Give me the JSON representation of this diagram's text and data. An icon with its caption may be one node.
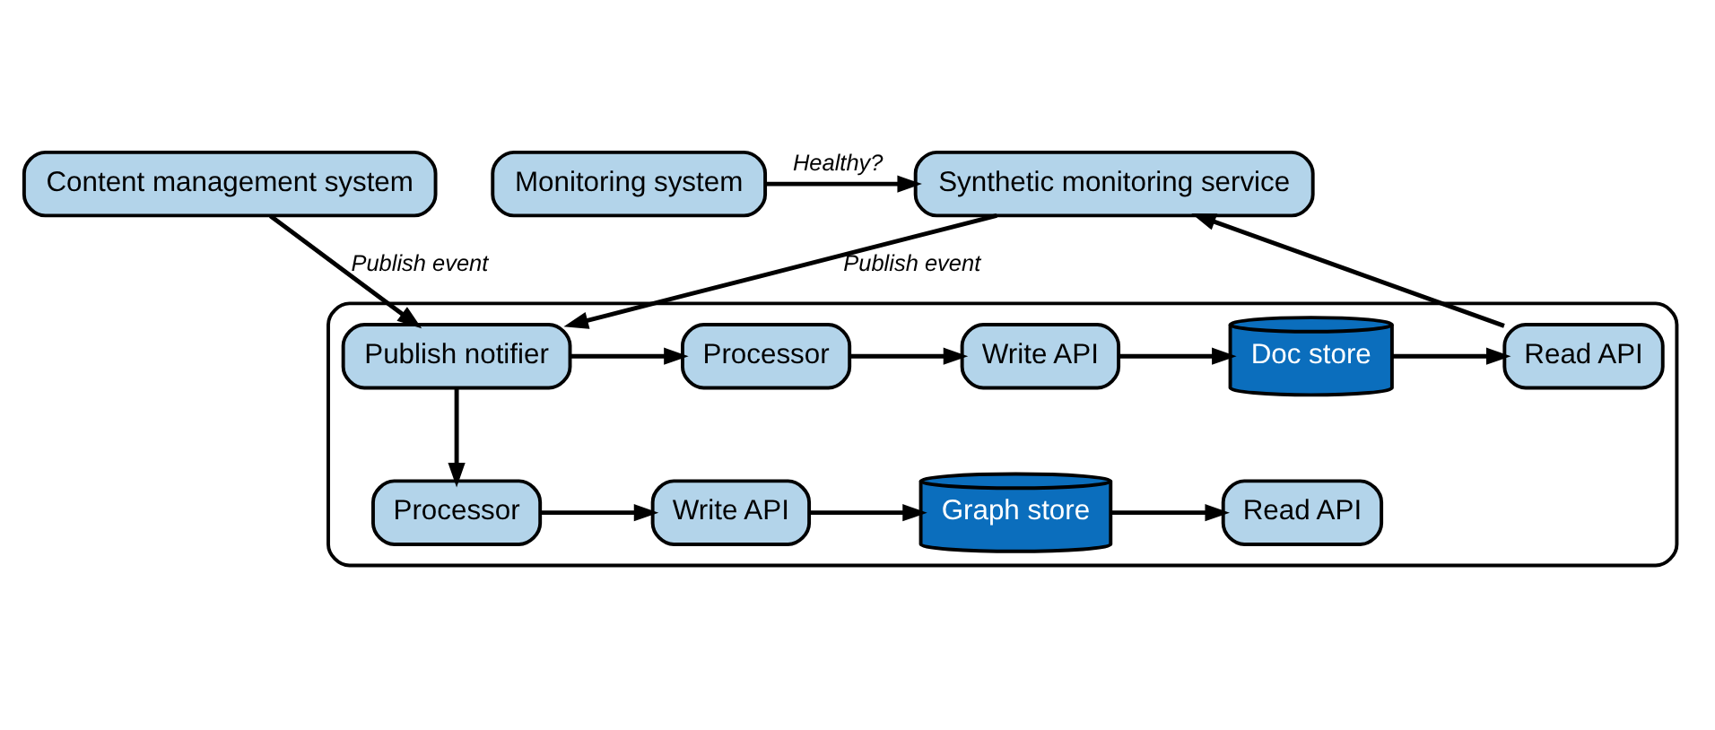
{
  "diagram": {
    "nodes": [
      {
        "text": [
          "Content management system"
        ]
      },
      {
        "text": [
          "Synthetic monitoring service"
        ]
      },
      {
        "text": [
          "Monitoring system"
        ]
      },
      {
        "text": [],
        "shape": "box"
      },
      {
        "text": [
          "Publish notifier"
        ],
        "in": 3
      },
      {
        "text": [
          "Processor"
        ],
        "in": 3
      },
      {
        "text": [
          "Write API"
        ],
        "in": 3
      },
      {
        "text": [
          "Doc store"
        ],
        "in": 3
      },
      {
        "text": [
          "Read API"
        ],
        "in": 3
      },
      {
        "text": [
          "Processor"
        ],
        "in": 3
      },
      {
        "text": [
          "Write API"
        ],
        "in": 3
      },
      {
        "text": [
          "Graph store"
        ],
        "in": 3
      },
      {
        "text": [
          "Read API"
        ],
        "in": 3
      }
    ],
    "edges": [
      {
        "from": 0,
        "to": 4,
        "arrow": "to",
        "label": "Publish event"
      },
      {
        "from": 1,
        "to": 4,
        "arrow": "to",
        "label": "Publish event"
      },
      {
        "from": 2,
        "to": 1,
        "arrow": "to",
        "label": "Healthy?"
      },
      {
        "from": 4,
        "to": 5,
        "arrow": "to"
      },
      {
        "from": 5,
        "to": 6,
        "arrow": "to"
      },
      {
        "from": 6,
        "to": 7,
        "arrow": "to"
      },
      {
        "from": 7,
        "to": 8,
        "arrow": "to"
      },
      {
        "from": 8,
        "to": 1,
        "arrow": "to"
      },
      {
        "from": 4,
        "to": 9,
        "arrow": "to"
      },
      {
        "from": 9,
        "to": 10,
        "arrow": "to"
      },
      {
        "from": 10,
        "to": 11,
        "arrow": "to"
      },
      {
        "from": 11,
        "to": 12,
        "arrow": "to"
      }
    ]
  }
}
